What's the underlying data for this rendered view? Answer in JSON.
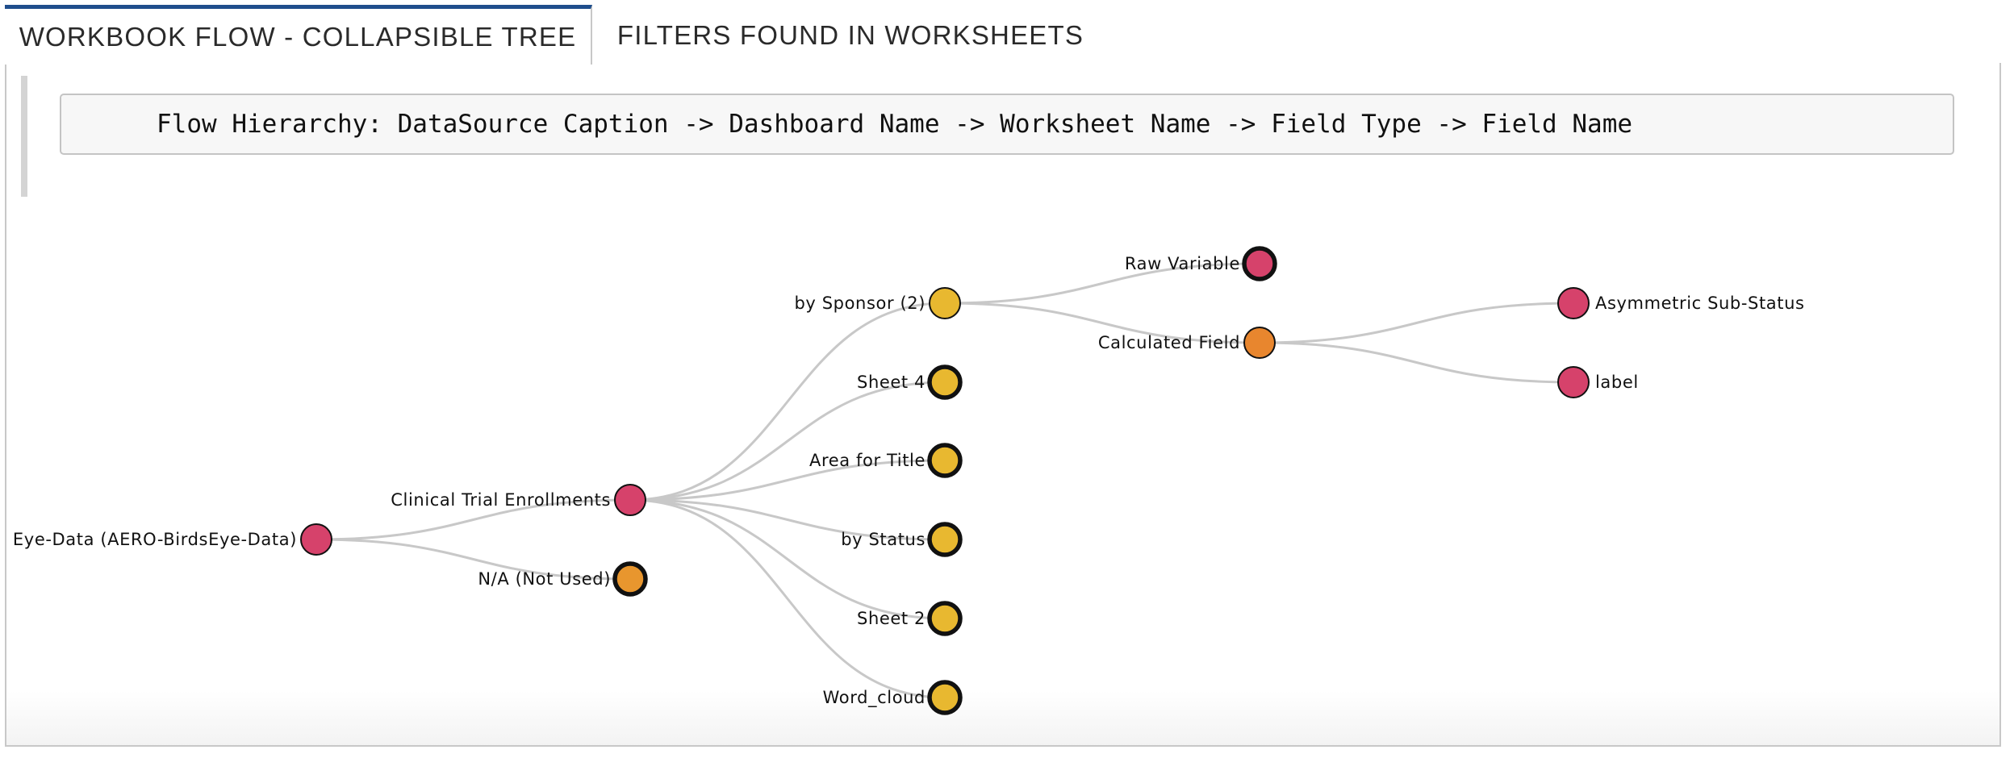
{
  "tabs": [
    {
      "label": "WORKBOOK FLOW - COLLAPSIBLE TREE",
      "active": true
    },
    {
      "label": "FILTERS FOUND IN WORKSHEETS",
      "active": false
    }
  ],
  "hierarchy_text": "Flow Hierarchy: DataSource Caption -> Dashboard Name -> Worksheet Name -> Field Type -> Field Name",
  "colors": {
    "tab_accent": "#1f4e8c",
    "link": "#c8c8c8",
    "datasource_node": "#d6426b",
    "dashboard_node": "#d6426b",
    "not_used_node": "#e8962e",
    "worksheet_node": "#e8b830",
    "field_type_node": "#e8862e",
    "field_name_node": "#d6426b"
  },
  "tree": {
    "root": {
      "id": "ds",
      "label": "Eye-Data (AERO-BirdsEye-Data)",
      "label_side": "left",
      "collapsed": false,
      "color_key": "datasource_node",
      "children": [
        "cte",
        "na"
      ]
    },
    "nodes": [
      {
        "id": "cte",
        "label": "Clinical Trial Enrollments",
        "label_side": "left",
        "collapsed": false,
        "color_key": "dashboard_node",
        "parent": "ds"
      },
      {
        "id": "na",
        "label": "N/A (Not Used)",
        "label_side": "left",
        "collapsed": true,
        "color_key": "not_used_node",
        "parent": "ds"
      },
      {
        "id": "sponsor",
        "label": "by Sponsor (2)",
        "label_side": "left",
        "collapsed": false,
        "color_key": "worksheet_node",
        "parent": "cte"
      },
      {
        "id": "sheet4",
        "label": "Sheet 4",
        "label_side": "left",
        "collapsed": true,
        "color_key": "worksheet_node",
        "parent": "cte"
      },
      {
        "id": "area",
        "label": "Area for Title",
        "label_side": "left",
        "collapsed": true,
        "color_key": "worksheet_node",
        "parent": "cte"
      },
      {
        "id": "status",
        "label": "by Status",
        "label_side": "left",
        "collapsed": true,
        "color_key": "worksheet_node",
        "parent": "cte"
      },
      {
        "id": "sheet2",
        "label": "Sheet 2",
        "label_side": "left",
        "collapsed": true,
        "color_key": "worksheet_node",
        "parent": "cte"
      },
      {
        "id": "wordcloud",
        "label": "Word_cloud",
        "label_side": "left",
        "collapsed": true,
        "color_key": "worksheet_node",
        "parent": "cte"
      },
      {
        "id": "rawvar",
        "label": "Raw Variable",
        "label_side": "left",
        "collapsed": true,
        "color_key": "datasource_node",
        "parent": "sponsor"
      },
      {
        "id": "calc",
        "label": "Calculated Field",
        "label_side": "left",
        "collapsed": false,
        "color_key": "field_type_node",
        "parent": "sponsor"
      },
      {
        "id": "asym",
        "label": "Asymmetric Sub-Status",
        "label_side": "right",
        "collapsed": false,
        "color_key": "field_name_node",
        "parent": "calc"
      },
      {
        "id": "labelnode",
        "label": "label",
        "label_side": "right",
        "collapsed": false,
        "color_key": "field_name_node",
        "parent": "calc"
      }
    ]
  }
}
